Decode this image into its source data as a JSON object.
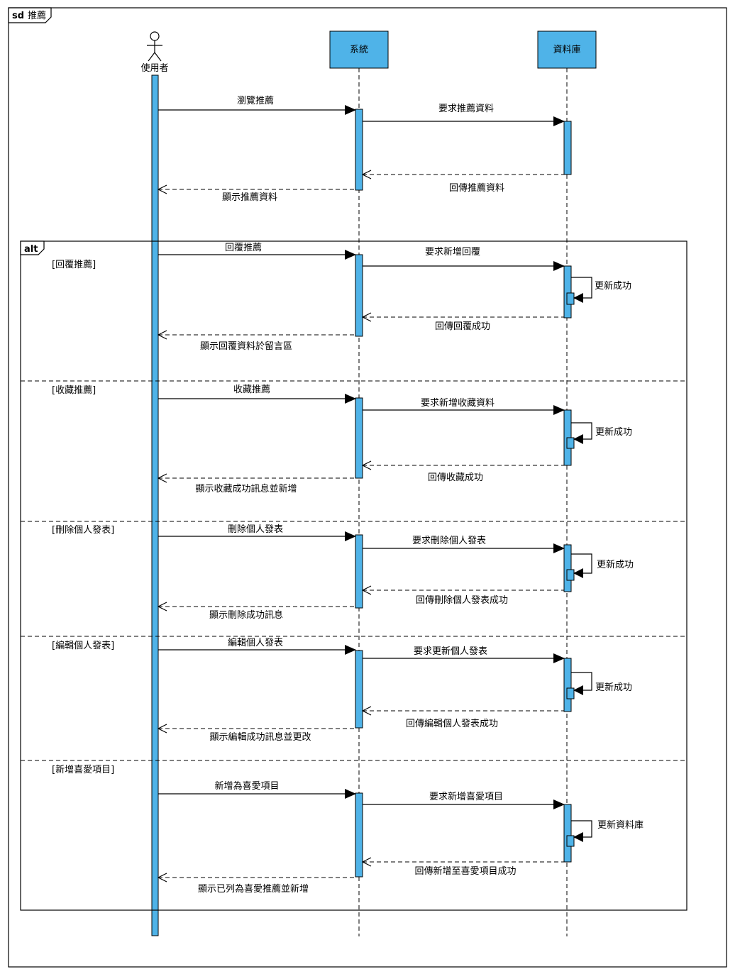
{
  "frame": {
    "tag": "sd",
    "title": "推薦"
  },
  "participants": {
    "actor": "使用者",
    "system": "系統",
    "database": "資料庫"
  },
  "intro": {
    "browse": "瀏覽推薦",
    "request": "要求推薦資料",
    "db_return": "回傳推薦資料",
    "display": "顯示推薦資料"
  },
  "alt": {
    "tag": "alt",
    "sections": [
      {
        "guard": "[回覆推薦]",
        "user_msg": "回覆推薦",
        "sys_req": "要求新增回覆",
        "self_msg": "更新成功",
        "db_return": "回傳回覆成功",
        "display": "顯示回覆資料於留言區"
      },
      {
        "guard": "[收藏推薦]",
        "user_msg": "收藏推薦",
        "sys_req": "要求新增收藏資料",
        "self_msg": "更新成功",
        "db_return": "回傳收藏成功",
        "display": "顯示收藏成功訊息並新增"
      },
      {
        "guard": "[刪除個人發表]",
        "user_msg": "刪除個人發表",
        "sys_req": "要求刪除個人發表",
        "self_msg": "更新成功",
        "db_return": "回傳刪除個人發表成功",
        "display": "顯示刪除成功訊息"
      },
      {
        "guard": "[編輯個人發表]",
        "user_msg": "編輯個人發表",
        "sys_req": "要求更新個人發表",
        "self_msg": "更新成功",
        "db_return": "回傳編輯個人發表成功",
        "display": "顯示編輯成功訊息並更改"
      },
      {
        "guard": "[新增喜愛項目]",
        "user_msg": "新增為喜愛項目",
        "sys_req": "要求新增喜愛項目",
        "self_msg": "更新資料庫",
        "db_return": "回傳新增至喜愛項目成功",
        "display": "顯示已列為喜愛推薦並新增"
      }
    ]
  },
  "colors": {
    "activation": "#4FB3E8",
    "participant_fill": "#4FB3E8",
    "line": "#000000"
  }
}
